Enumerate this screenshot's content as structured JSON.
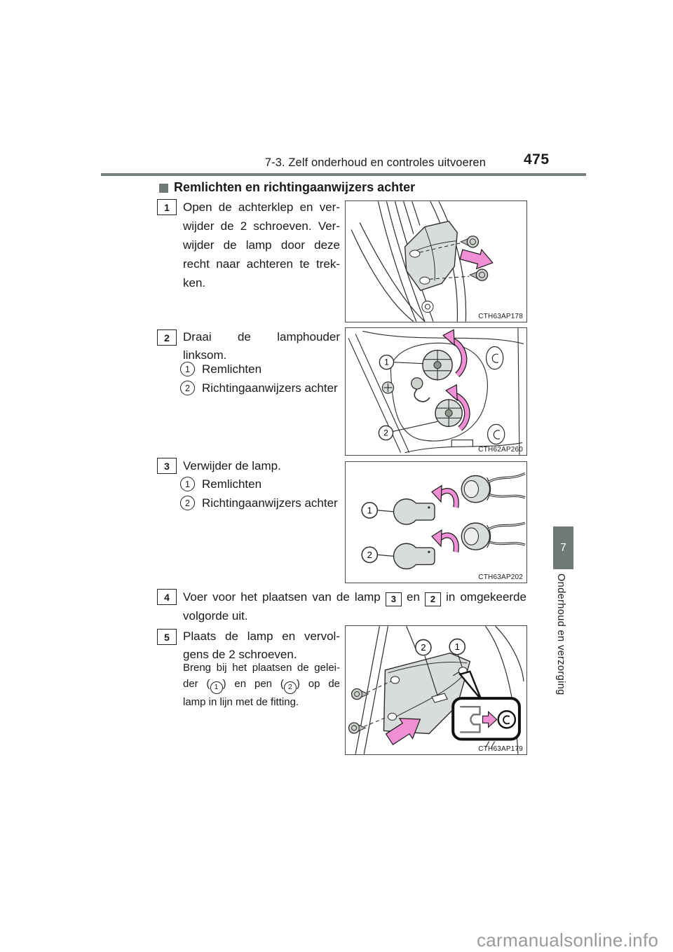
{
  "colors": {
    "accent_pink": "#f18fd4",
    "tab_grey": "#6f7a77",
    "rule_grey": "#76817c",
    "figure_fill": "#d9ddd9",
    "watermark_grey": "#9a9a9a"
  },
  "header": {
    "breadcrumb": "7-3. Zelf onderhoud en controles uitvoeren",
    "page_number": "475"
  },
  "section": {
    "title": "Remlichten en richtingaanwijzers achter"
  },
  "steps": {
    "s1": {
      "num": "1",
      "lines": [
        "Open de achterklep en ver-",
        "wijder de 2 schroeven. Ver-",
        "wijder de lamp door deze",
        "recht naar achteren te trek-",
        "ken."
      ]
    },
    "s2": {
      "num": "2",
      "lines": [
        "Draai de lamphouder",
        "linksom."
      ],
      "items": [
        {
          "num": "1",
          "label": "Remlichten"
        },
        {
          "num": "2",
          "label": "Richtingaanwijzers achter"
        }
      ]
    },
    "s3": {
      "num": "3",
      "lines": [
        "Verwijder de lamp."
      ],
      "items": [
        {
          "num": "1",
          "label": "Remlichten"
        },
        {
          "num": "2",
          "label": "Richtingaanwijzers achter"
        }
      ]
    },
    "s4": {
      "num": "4",
      "part1": "Voer voor het plaatsen van de lamp",
      "ref1": "3",
      "part2": "en",
      "ref2": "2",
      "part3": "in omgekeerde",
      "line2": "volgorde uit."
    },
    "s5": {
      "num": "5",
      "lines": [
        "Plaats de lamp en vervol-",
        "gens de 2 schroeven."
      ],
      "note": {
        "line1": "Breng bij het plaatsen de gelei-",
        "line2_pre": "der (",
        "ref1": "1",
        "line2_mid": ") en pen (",
        "ref2": "2",
        "line2_post": ") op de",
        "line3": "lamp in lijn met de fitting."
      }
    }
  },
  "figures": [
    {
      "caption": "CTH63AP178",
      "callouts": []
    },
    {
      "caption": "CTH62AP260",
      "callouts": [
        "1",
        "2"
      ]
    },
    {
      "caption": "CTH63AP202",
      "callouts": [
        "1",
        "2"
      ]
    },
    {
      "caption": "CTH63AP179",
      "callouts": [
        "2",
        "1"
      ]
    }
  ],
  "sidebar": {
    "chapter_number": "7",
    "chapter_label": "Onderhoud en verzorging"
  },
  "watermark": "carmanualsonline.info"
}
